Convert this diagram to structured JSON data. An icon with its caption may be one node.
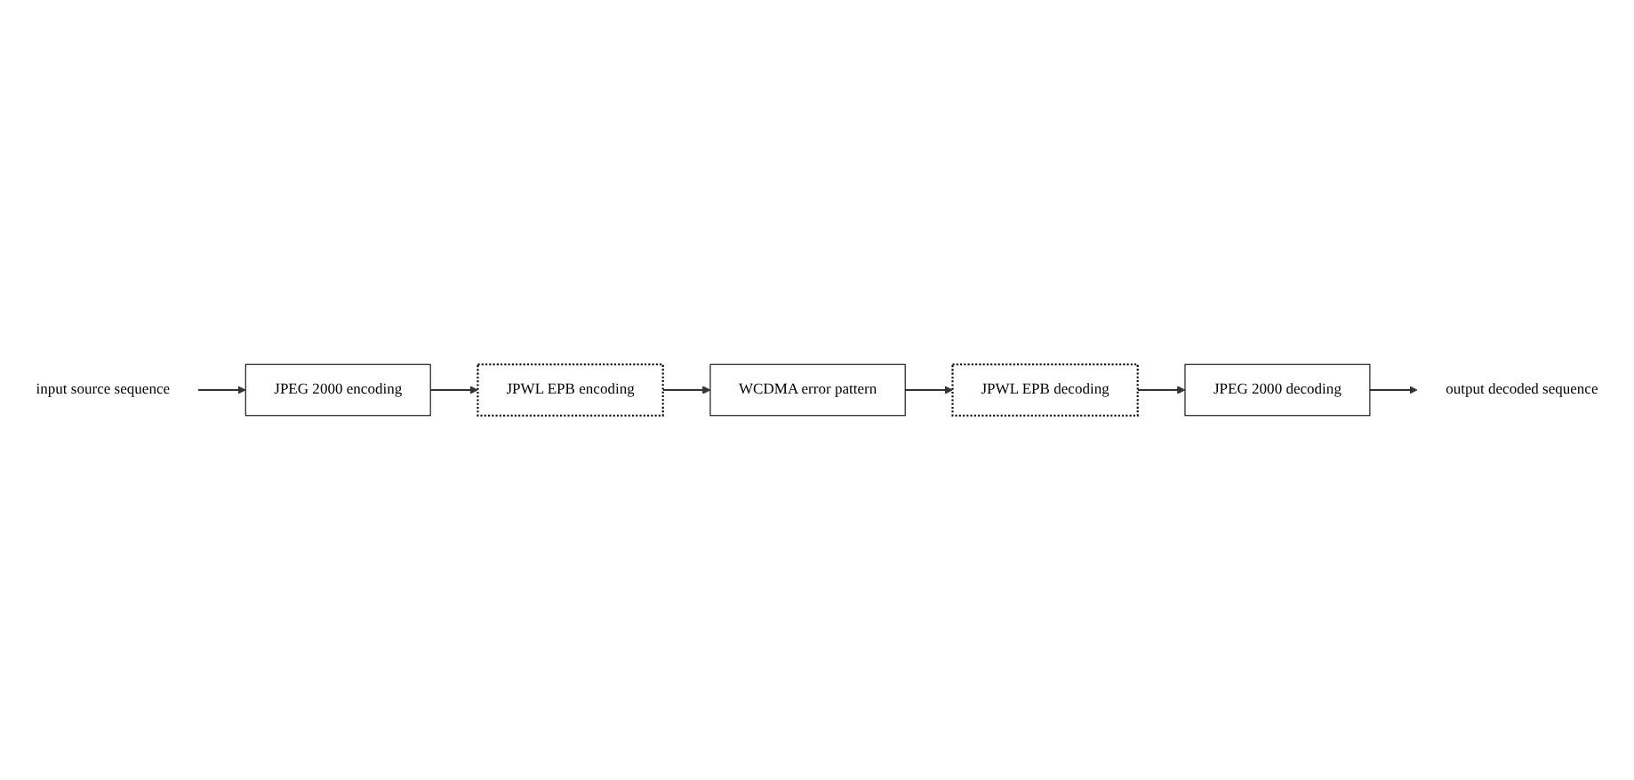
{
  "diagram": {
    "nodes": [
      {
        "text": [
          "input source sequence"
        ]
      },
      {
        "text": [
          "JPEG 2000 encoding"
        ]
      },
      {
        "text": [
          "JPWL EPB encoding"
        ]
      },
      {
        "text": [
          "WCDMA error pattern"
        ]
      },
      {
        "text": [
          "JPWL EPB decoding"
        ]
      },
      {
        "text": [
          "JPEG 2000 decoding"
        ]
      },
      {
        "text": [
          "output decoded sequence"
        ]
      }
    ],
    "edges": [
      {
        "from": 0,
        "to": 1,
        "arrow": "to"
      },
      {
        "from": 1,
        "to": 2,
        "arrow": "to"
      },
      {
        "from": 2,
        "to": 3,
        "arrow": "to"
      },
      {
        "from": 3,
        "to": 4,
        "arrow": "to"
      },
      {
        "from": 4,
        "to": 5,
        "arrow": "to"
      },
      {
        "from": 5,
        "to": 6,
        "arrow": "to"
      }
    ]
  }
}
